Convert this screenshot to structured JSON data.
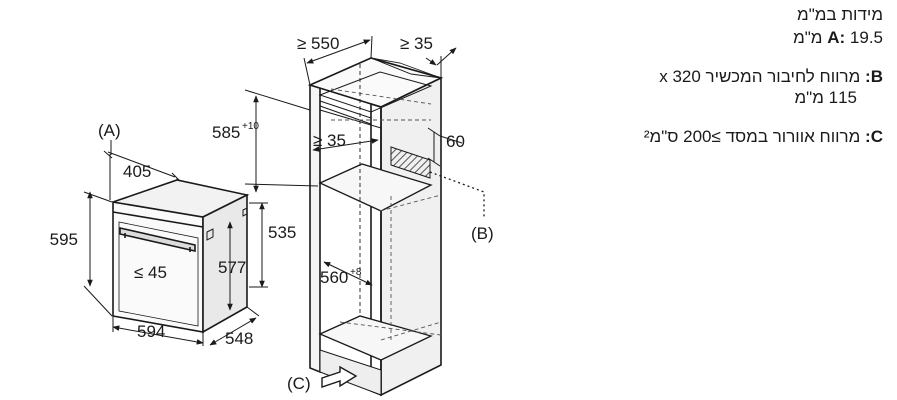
{
  "legend": {
    "title": "מידות במ\"מ",
    "a_key": "A:",
    "a_text": "19.5 מ\"מ",
    "b_key": "B:",
    "b_text_1": "מרווח לחיבור המכשיר  x 320",
    "b_text_2": "115 מ\"מ",
    "c_key": "C:",
    "c_text": "מרווח אוורור במסד ≥200 ס\"מ²"
  },
  "oven_dims": {
    "label_a": "(A)",
    "width": "594",
    "depth": "548",
    "height_total": "595",
    "depth_top": "405",
    "height_front": "577",
    "height_side": "535",
    "door_gap": "≤ 45"
  },
  "cabinet_dims": {
    "label_b": "(B)",
    "label_c": "(C)",
    "width": "≥ 550",
    "depth_top": "≥ 35",
    "height_upper": "585",
    "height_upper_tol": "+10",
    "vent_gap": "≥ 35",
    "side_60": "60",
    "niche": "560",
    "niche_tol": "+8"
  }
}
